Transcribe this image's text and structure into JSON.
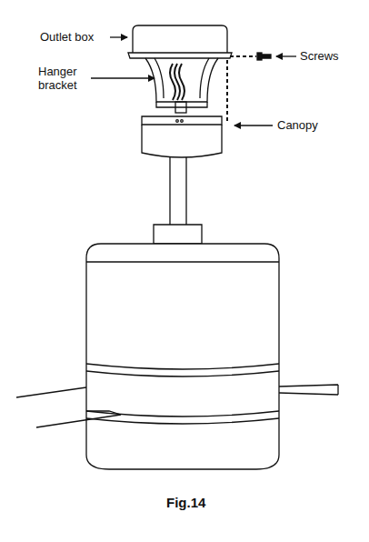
{
  "diagram": {
    "caption": "Fig.14",
    "labels": [
      "Outlet box",
      "Hanger bracket",
      "Screws",
      "Canopy"
    ]
  }
}
